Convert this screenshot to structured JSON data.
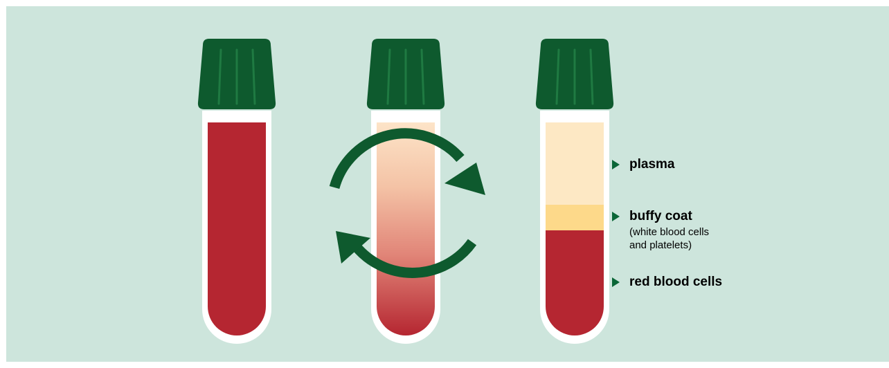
{
  "colors": {
    "background": "#cde5dc",
    "cap": "#0e5a2e",
    "cap_stripe": "#1f7a42",
    "tube_outline": "#ffffff",
    "blood": "#b52631",
    "plasma": "#fde8c4",
    "buffy_coat": "#fdd98a",
    "rotation_arrow": "#0e5a2e",
    "label_arrow": "#0a6637"
  },
  "icons": {
    "rotation": "circular-arrows-icon",
    "pointer": "triangle-right-icon"
  },
  "labels": {
    "plasma": "plasma",
    "buffy_coat": "buffy coat",
    "buffy_coat_note_line1": "(white blood cells",
    "buffy_coat_note_line2": "and platelets)",
    "red_blood_cells": "red blood cells"
  }
}
